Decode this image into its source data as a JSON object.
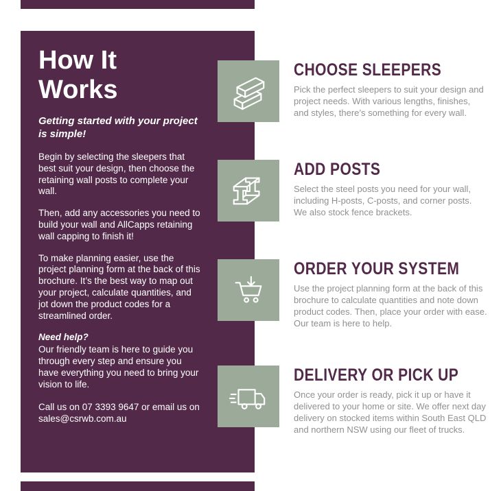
{
  "colors": {
    "purple": "#522948",
    "sage_green": "#9cab99",
    "body_gray": "#8e918e"
  },
  "sidebar": {
    "title_lines": [
      "How It",
      "Works"
    ],
    "intro": "Getting started with your project is simple!",
    "paragraphs": [
      "Begin by selecting the sleepers that best suit your design, then choose the retaining wall posts to complete your wall.",
      "Then, add any accessories you need to build your wall and AllCapps retaining wall capping to finish it!",
      "To make planning easier, use the project planning form at the back of this brochure. It’s the best way to map out your project, calculate quantities, and jot down the product codes for a streamlined order."
    ],
    "need_help_label": "Need help?",
    "need_help_text": "Our friendly team is here to guide you through every step and ensure you have everything you need to bring your vision to life.",
    "contact": "Call us on 07 3393 9647 or email us on sales@csrwb.com.au"
  },
  "steps": [
    {
      "title": "CHOOSE SLEEPERS",
      "icon": "sleepers-icon",
      "description": "Pick the perfect sleepers to suit your design and project needs. With various lengths, finishes, and styles, there’s something for every wall."
    },
    {
      "title": "ADD POSTS",
      "icon": "steel-post-icon",
      "description": "Select the steel posts you need for your wall, including H-posts, C-posts, and corner posts. We also stock fence brackets."
    },
    {
      "title": "ORDER YOUR SYSTEM",
      "icon": "cart-arrow-icon",
      "description": "Use the project planning form at the back of this brochure to calculate quantities and note down product codes. Then, place your order with ease. Our team is here to help."
    },
    {
      "title": "DELIVERY OR PICK UP",
      "icon": "delivery-truck-icon",
      "description": "Once your order is ready, pick it up or have it delivered to your home or site. We offer next day delivery on stocked items within South East QLD and northern NSW using our fleet of trucks."
    }
  ]
}
